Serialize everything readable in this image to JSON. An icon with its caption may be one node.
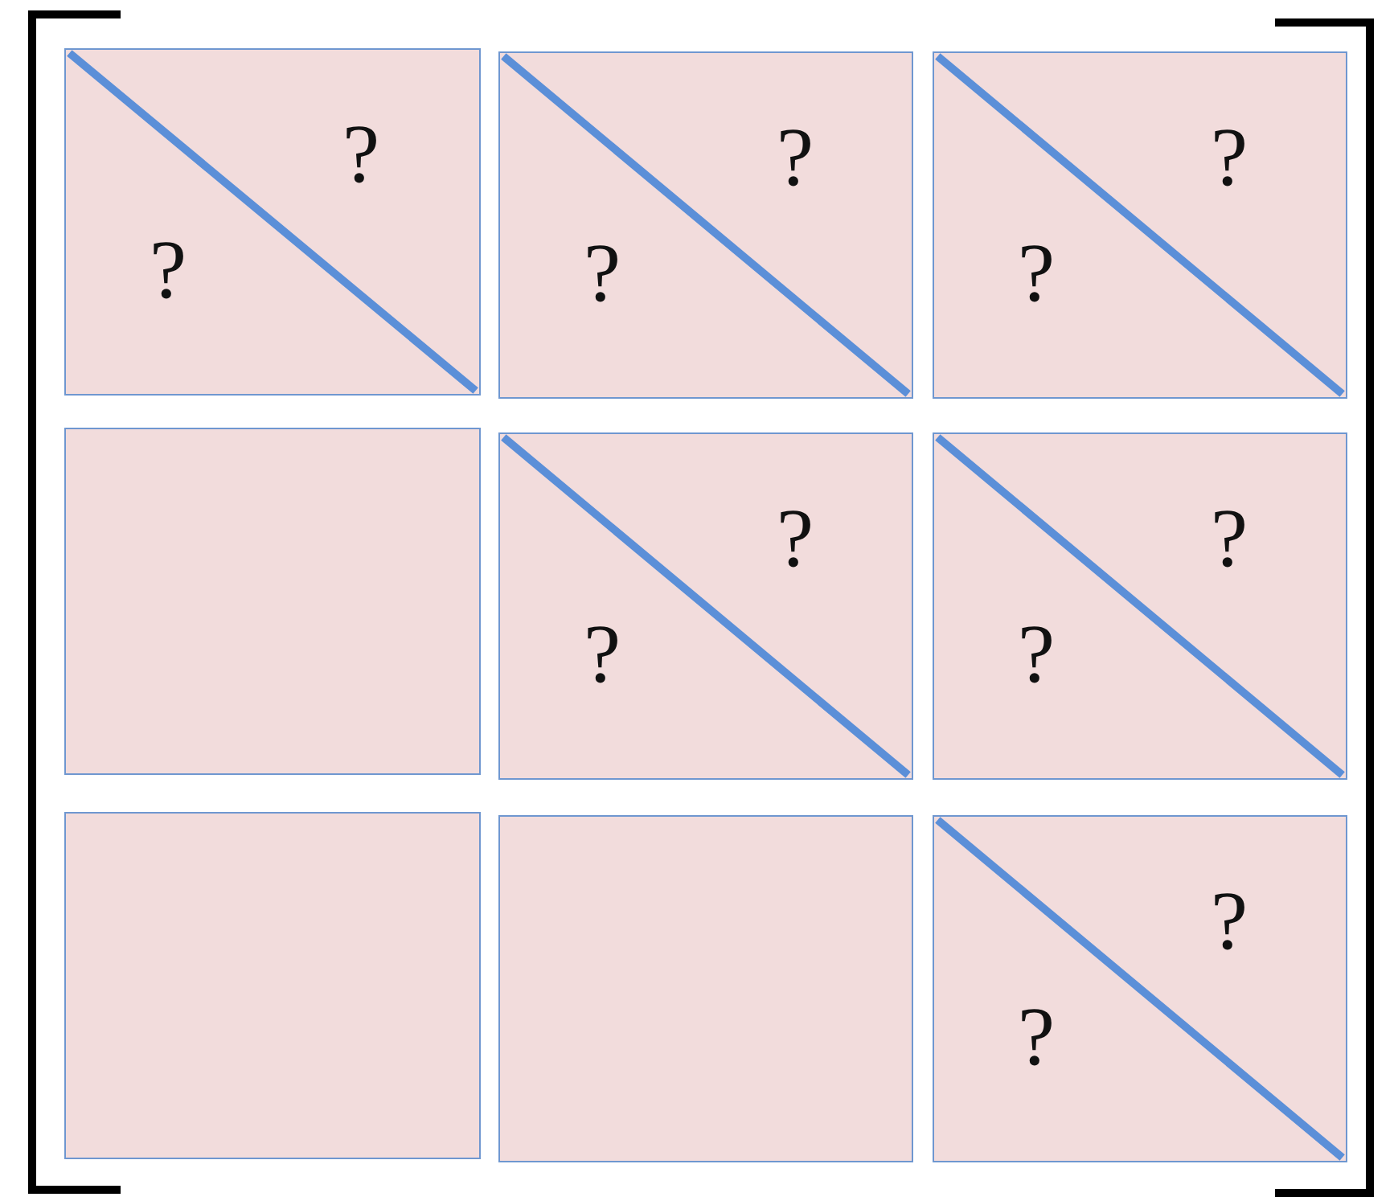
{
  "diagram": {
    "nodes": [
      {
        "text": [
          "?",
          "?"
        ]
      },
      {
        "text": [
          "?",
          "?"
        ]
      },
      {
        "text": [
          "?",
          "?"
        ]
      },
      {
        "text": [],
        "shape": "box"
      },
      {
        "text": [
          "?",
          "?"
        ]
      },
      {
        "text": [
          "?",
          "?"
        ]
      },
      {
        "text": [],
        "shape": "box"
      },
      {
        "text": [],
        "shape": "box"
      },
      {
        "text": [
          "?",
          "?"
        ]
      }
    ]
  }
}
